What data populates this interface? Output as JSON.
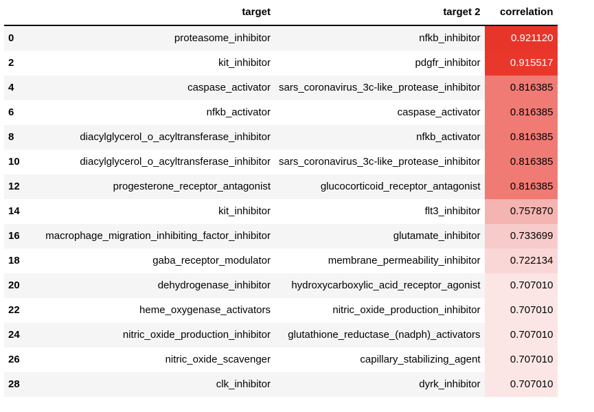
{
  "table": {
    "columns": [
      "",
      "target",
      "target 2",
      "correlation"
    ],
    "rows": [
      {
        "index": "0",
        "target": "proteasome_inhibitor",
        "target2": "nfkb_inhibitor",
        "correlation": "0.921120",
        "bg": "#e8352a",
        "fg": "#ffffff"
      },
      {
        "index": "2",
        "target": "kit_inhibitor",
        "target2": "pdgfr_inhibitor",
        "correlation": "0.915517",
        "bg": "#e9372c",
        "fg": "#ffffff"
      },
      {
        "index": "4",
        "target": "caspase_activator",
        "target2": "sars_coronavirus_3c-like_protease_inhibitor",
        "correlation": "0.816385",
        "bg": "#f07a74",
        "fg": "#000000"
      },
      {
        "index": "6",
        "target": "nfkb_activator",
        "target2": "caspase_activator",
        "correlation": "0.816385",
        "bg": "#f07a74",
        "fg": "#000000"
      },
      {
        "index": "8",
        "target": "diacylglycerol_o_acyltransferase_inhibitor",
        "target2": "nfkb_activator",
        "correlation": "0.816385",
        "bg": "#f07a74",
        "fg": "#000000"
      },
      {
        "index": "10",
        "target": "diacylglycerol_o_acyltransferase_inhibitor",
        "target2": "sars_coronavirus_3c-like_protease_inhibitor",
        "correlation": "0.816385",
        "bg": "#f07a74",
        "fg": "#000000"
      },
      {
        "index": "12",
        "target": "progesterone_receptor_antagonist",
        "target2": "glucocorticoid_receptor_antagonist",
        "correlation": "0.816385",
        "bg": "#f07a74",
        "fg": "#000000"
      },
      {
        "index": "14",
        "target": "kit_inhibitor",
        "target2": "flt3_inhibitor",
        "correlation": "0.757870",
        "bg": "#f4b4b1",
        "fg": "#000000"
      },
      {
        "index": "16",
        "target": "macrophage_migration_inhibiting_factor_inhibitor",
        "target2": "glutamate_inhibitor",
        "correlation": "0.733699",
        "bg": "#f7cbca",
        "fg": "#000000"
      },
      {
        "index": "18",
        "target": "gaba_receptor_modulator",
        "target2": "membrane_permeability_inhibitor",
        "correlation": "0.722134",
        "bg": "#f9d7d6",
        "fg": "#000000"
      },
      {
        "index": "20",
        "target": "dehydrogenase_inhibitor",
        "target2": "hydroxycarboxylic_acid_receptor_agonist",
        "correlation": "0.707010",
        "bg": "#fbe6e5",
        "fg": "#000000"
      },
      {
        "index": "22",
        "target": "heme_oxygenase_activators",
        "target2": "nitric_oxide_production_inhibitor",
        "correlation": "0.707010",
        "bg": "#fbe6e5",
        "fg": "#000000"
      },
      {
        "index": "24",
        "target": "nitric_oxide_production_inhibitor",
        "target2": "glutathione_reductase_(nadph)_activators",
        "correlation": "0.707010",
        "bg": "#fbe6e5",
        "fg": "#000000"
      },
      {
        "index": "26",
        "target": "nitric_oxide_scavenger",
        "target2": "capillary_stabilizing_agent",
        "correlation": "0.707010",
        "bg": "#fbe6e5",
        "fg": "#000000"
      },
      {
        "index": "28",
        "target": "clk_inhibitor",
        "target2": "dyrk_inhibitor",
        "correlation": "0.707010",
        "bg": "#fbe6e5",
        "fg": "#000000"
      }
    ]
  }
}
